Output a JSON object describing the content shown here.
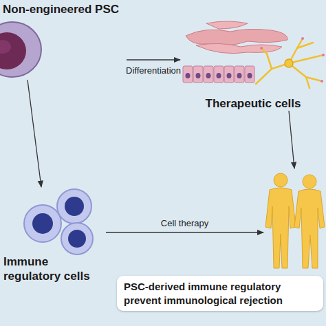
{
  "diagram": {
    "nodes": [
      {
        "text": [
          "Non-engineered PSC"
        ]
      },
      {
        "text": [
          "Therapeutic cells"
        ]
      },
      {
        "text": [
          "Immune regulatory cells"
        ]
      },
      {
        "text": [
          "PSC-derived immune regulatory prevent immunological rejection"
        ]
      }
    ],
    "edges": [
      {
        "from": 0,
        "to": 1,
        "arrow": "to",
        "label": "Differentiation"
      },
      {
        "from": 0,
        "to": 2,
        "arrow": "to"
      },
      {
        "from": 2,
        "to": 3,
        "arrow": "to",
        "label": "Cell therapy"
      },
      {
        "from": 1,
        "to": 3,
        "arrow": "to"
      }
    ]
  }
}
